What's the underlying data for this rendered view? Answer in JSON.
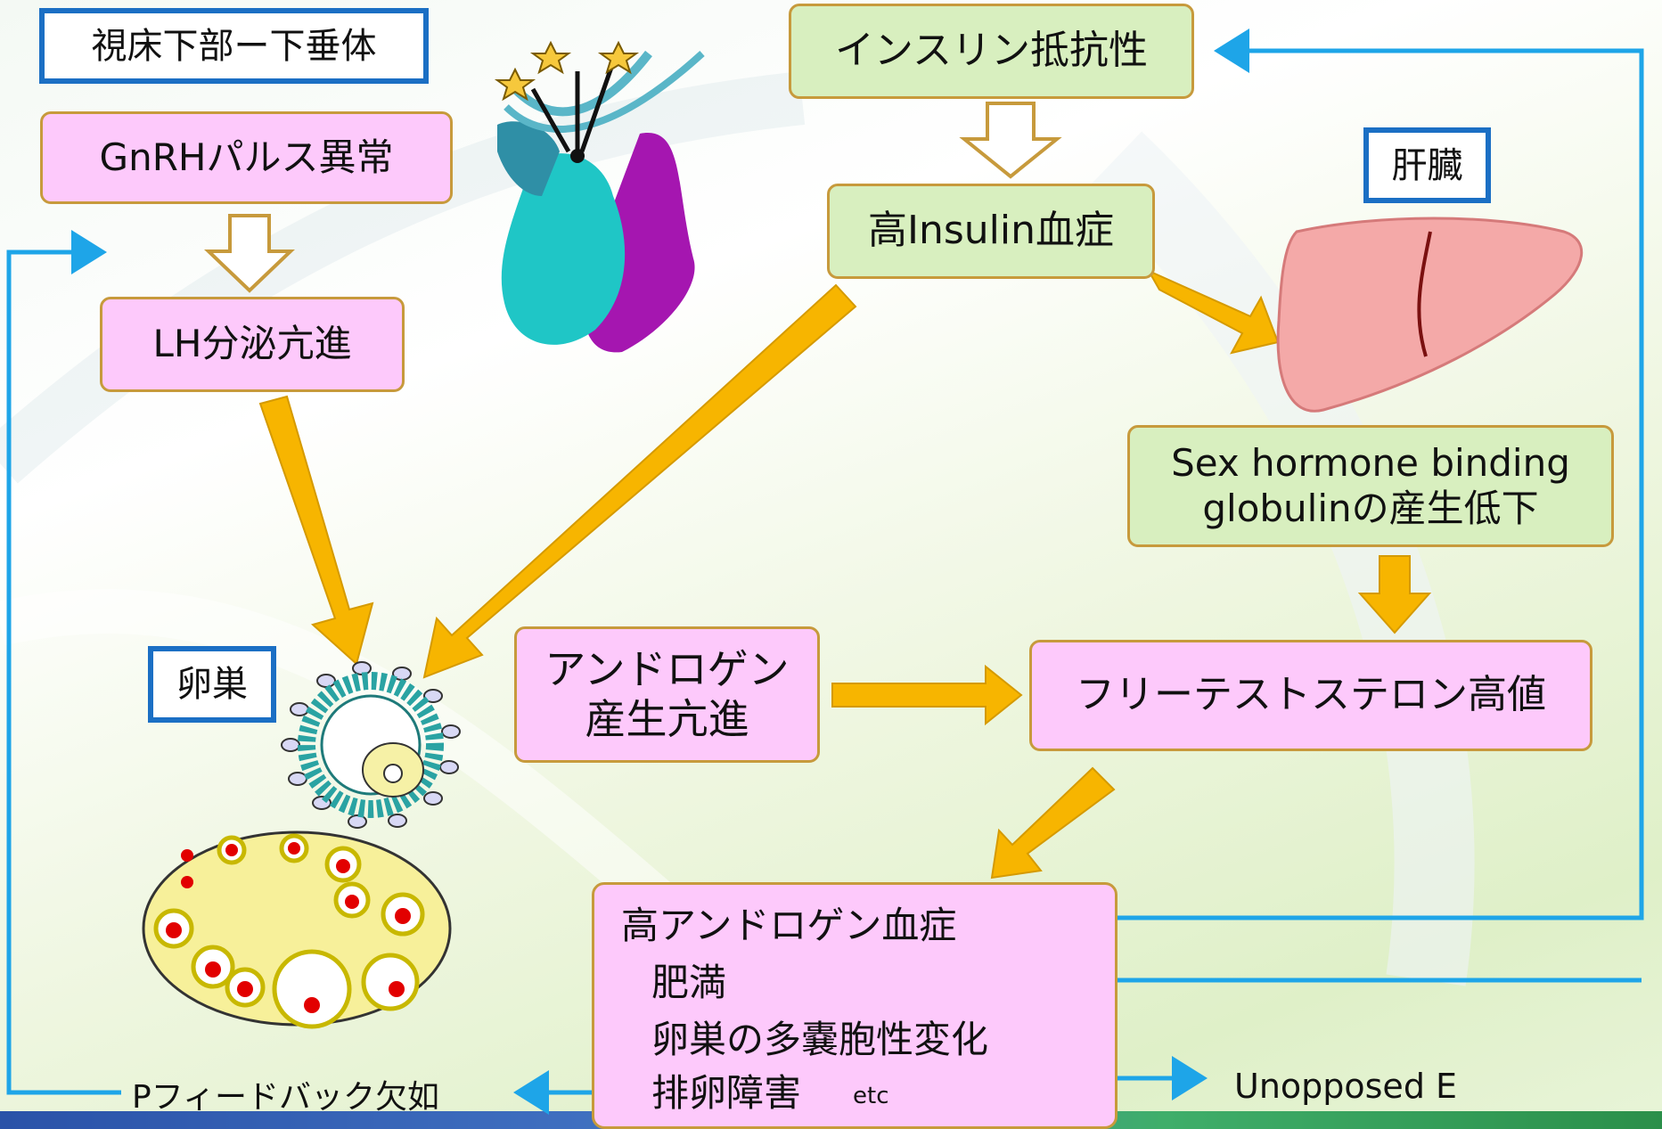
{
  "labels": {
    "hypothalamus_pituitary": "視床下部ー下垂体",
    "liver": "肝臓",
    "ovary": "卵巣"
  },
  "boxes": {
    "gnrh": "GnRHパルス異常",
    "lh": "LH分泌亢進",
    "insulin_resistance": "インスリン抵抗性",
    "hyperinsulinemia": "高Insulin血症",
    "shbg_line1": "Sex hormone binding",
    "shbg_line2": "globulinの産生低下",
    "androgen_line1": "アンドロゲン",
    "androgen_line2": "産生亢進",
    "free_testosterone": "フリーテストステロン高値"
  },
  "summary": {
    "hyperandrogenemia": "高アンドロゲン血症",
    "obesity": "肥満",
    "polycystic": "卵巣の多嚢胞性変化",
    "anovulation": "排卵障害",
    "etc": "etc"
  },
  "outputs": {
    "p_feedback": "Pフィードバック欠如",
    "unopposed_e": "Unopposed E"
  },
  "colors": {
    "pink_box": "#fdc9fb",
    "green_box": "#d8efbf",
    "gold_arrow": "#f7b500",
    "blue_line": "#1ea5e8",
    "label_border": "#1b6fc4"
  }
}
